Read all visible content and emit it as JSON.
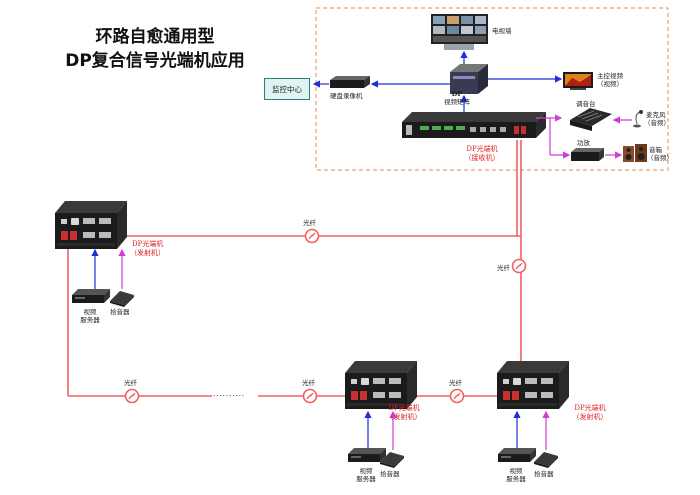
{
  "title": {
    "line1": "环路自愈通用型",
    "line2": "DP复合信号光端机应用"
  },
  "control_room": {
    "monitor_center": "监控中心",
    "video_wall": "电视墙",
    "video_recorder": "硬盘录像机",
    "video_matrix_line1": "DP",
    "video_matrix_line2": "视频矩阵",
    "main_display_line1": "主控视频",
    "main_display_line2": "（视频）",
    "mixer": "调音台",
    "microphone_line1": "麦克风",
    "microphone_line2": "（音频）",
    "amplifier": "功放",
    "speaker_line1": "音箱",
    "speaker_line2": "（音频）",
    "receiver_line1": "DP光端机",
    "receiver_line2": "（接收机）"
  },
  "links": {
    "fiber": "光纤",
    "ellipsis": "··········"
  },
  "transmitters": [
    {
      "name_line1": "DP光端机",
      "name_line2": "（发射机）",
      "server_line1": "视频",
      "server_line2": "服务器",
      "audio": "拾音器"
    },
    {
      "name_line1": "DP光端机",
      "name_line2": "（发射机）",
      "server_line1": "视频",
      "server_line2": "服务器",
      "audio": "拾音器"
    },
    {
      "name_line1": "DP光端机",
      "name_line2": "（发射机）",
      "server_line1": "视频",
      "server_line2": "服务器",
      "audio": "拾音器"
    }
  ],
  "colors": {
    "fiber": "#f06060",
    "video_signal": "#1f2fd6",
    "audio_signal": "#d23cd2",
    "device": "#1b1b1b",
    "dashed_border": "#e8a070",
    "teal_box": "#2c7d7d"
  }
}
